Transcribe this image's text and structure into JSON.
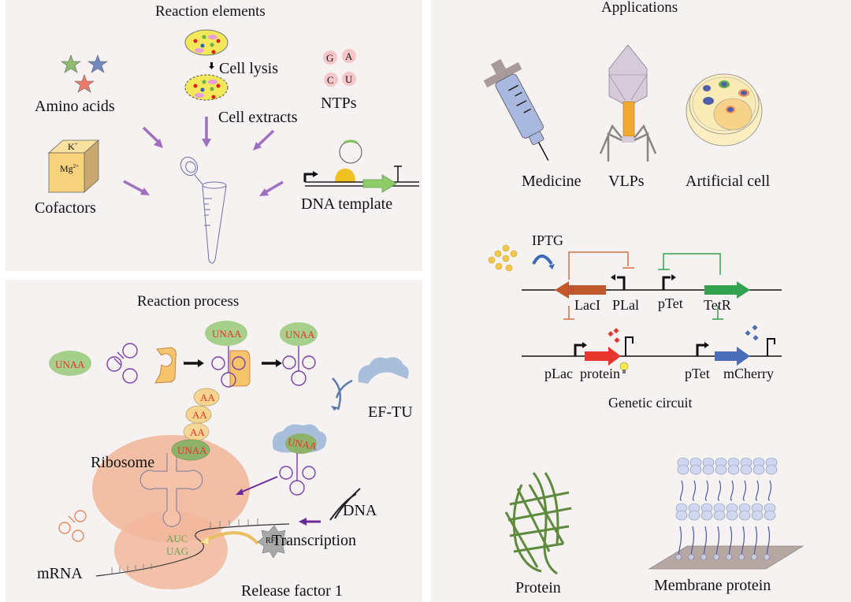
{
  "panels": {
    "reaction_elements": {
      "title": "Reaction elements",
      "labels": {
        "amino_acids": "Amino acids",
        "cell_lysis": "Cell lysis",
        "cell_extracts": "Cell extracts",
        "ntps": "NTPs",
        "cofactors": "Cofactors",
        "dna_template": "DNA template"
      },
      "ntp_bases": [
        "G",
        "A",
        "C",
        "U"
      ],
      "cofactor_ions": {
        "k": "K",
        "k_sup": "+",
        "mg": "Mg",
        "mg_sup": "2+"
      },
      "colors": {
        "arrow": "#a070c0",
        "star_green": "#8dbb6f",
        "star_blue": "#7088c0",
        "star_red": "#f07a6a",
        "cell": "#f2e85a",
        "ntp": "#f7c6c8",
        "cube": "#f8d37e"
      }
    },
    "reaction_process": {
      "title": "Reaction process",
      "labels": {
        "unaa": "UNAA",
        "aa": "AA",
        "ef_tu": "EF-TU",
        "ribosome": "Ribosome",
        "dna": "DNA",
        "transcription": "Transcription",
        "mrna": "mRNA",
        "codon_top": "AUC",
        "codon_bottom": "UAG",
        "rf1": "RF1",
        "release_factor": "Release factor 1"
      },
      "colors": {
        "unaa": "#a5cf8a",
        "aa": "#f6d58e",
        "ribosome": "#f2b89c",
        "trna": "#7b3fa8",
        "ef_tu": "#a8bedb",
        "arrow": "#6a2a9a",
        "rf1": "#a8a8ab"
      }
    },
    "applications": {
      "title": "Applications",
      "items": [
        "Medicine",
        "VLPs",
        "Artificial cell"
      ],
      "genetic_circuit": {
        "title": "Genetic circuit",
        "inducer": "IPTG",
        "top_parts": [
          "LacI",
          "PLal",
          "pTet",
          "TetR"
        ],
        "bottom_parts": [
          "pLac",
          "protein",
          "pTet",
          "mCherry"
        ],
        "colors": {
          "laci": "#c0582c",
          "tetr": "#33a24e",
          "protein": "#e83530",
          "mcherry": "#4a6db8",
          "iptg": "#f3c84a"
        }
      },
      "bottom_items": [
        "Protein",
        "Membrane protein"
      ]
    }
  }
}
